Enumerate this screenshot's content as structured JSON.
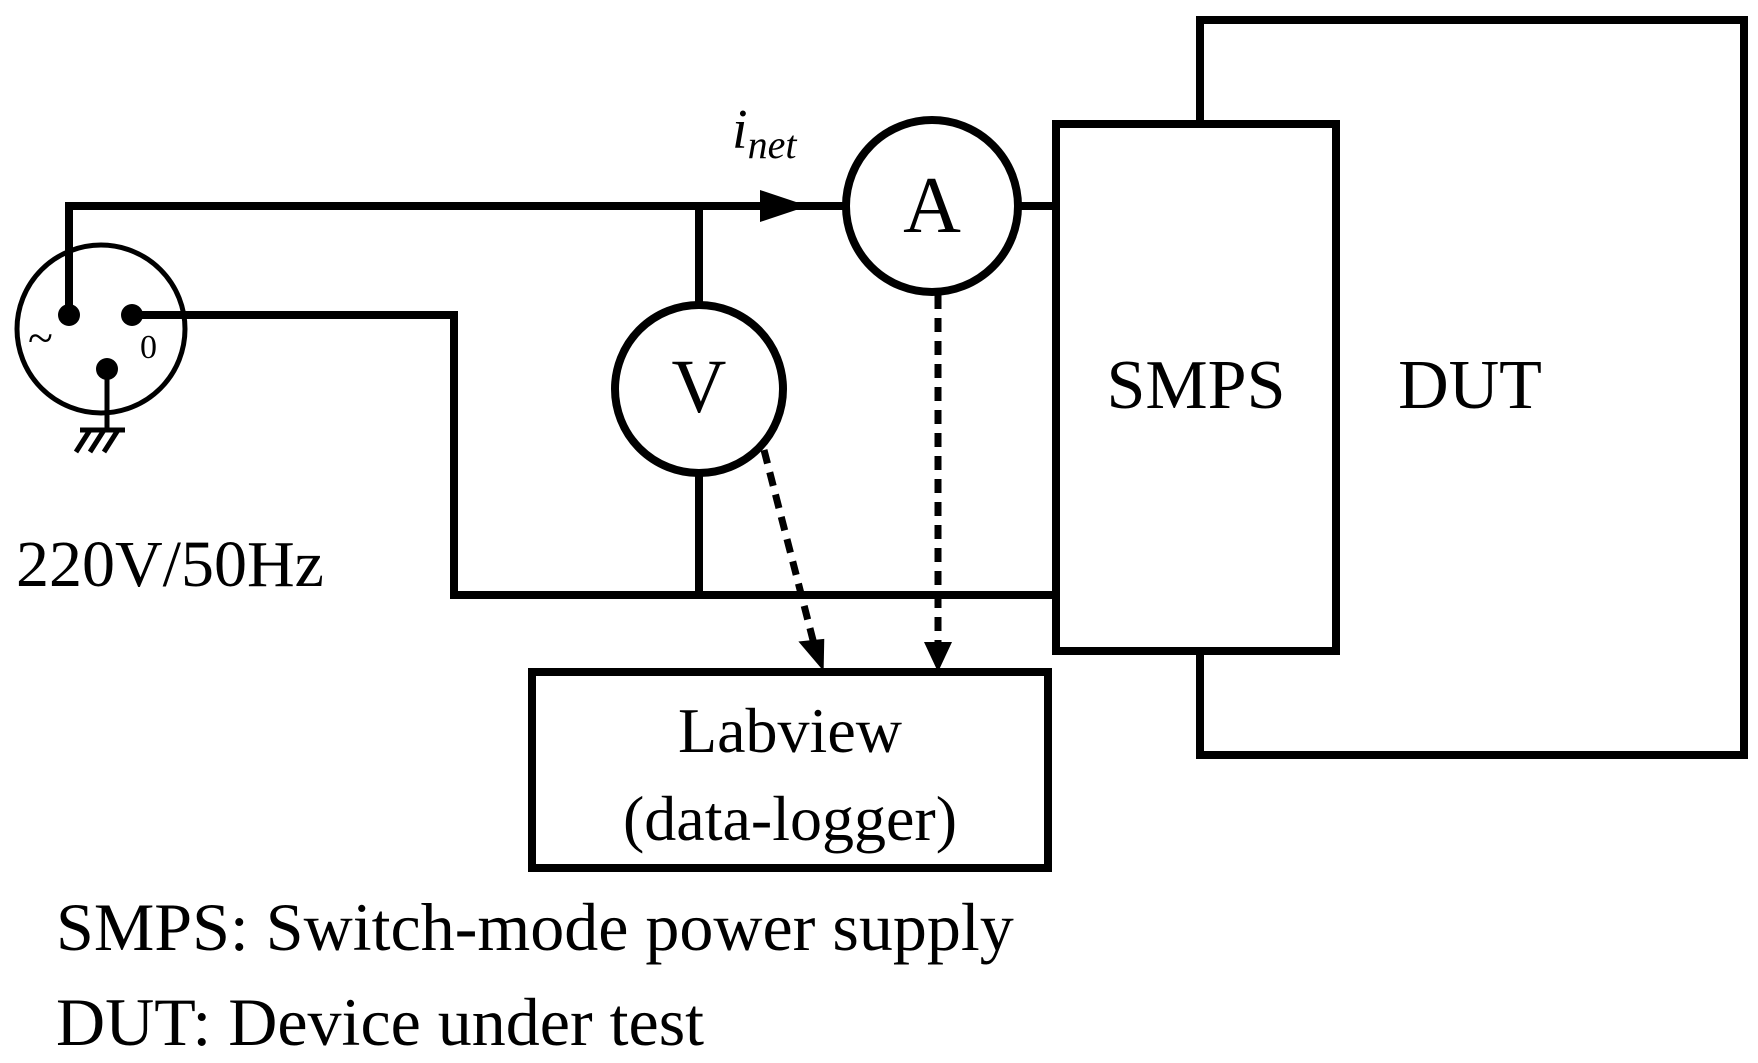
{
  "labels": {
    "current_main": "i",
    "current_sub": "net",
    "ammeter": "A",
    "voltmeter": "V",
    "smps_block": "SMPS",
    "dut_block": "DUT",
    "source_tilde": "~",
    "source_zero": "0",
    "supply_rating": "220V/50Hz",
    "logger_line1": "Labview",
    "logger_line2": "(data-logger)"
  },
  "legend": [
    "SMPS: Switch-mode power supply",
    "DUT: Device under test"
  ]
}
